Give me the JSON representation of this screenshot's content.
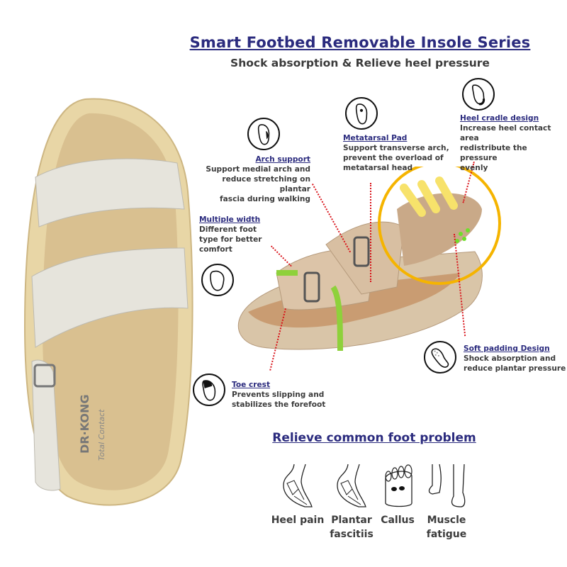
{
  "header": {
    "title": "Smart Footbed Removable Insole Series",
    "subtitle": "Shock absorption & Relieve heel pressure"
  },
  "brand": {
    "logo_text": "DR·KONG",
    "logo_sub": "Total Contact"
  },
  "features": [
    {
      "title": "Arch support",
      "desc": "Support medial arch and\nreduce stretching on plantar\nfascia during walking",
      "icon": "arch-foot-icon"
    },
    {
      "title": "Metatarsal Pad",
      "desc": "Support transverse arch,\nprevent the overload of\nmetatarsal head",
      "icon": "metatarsal-foot-icon"
    },
    {
      "title": "Heel cradle design",
      "desc": "Increase heel contact area\nredistribute the pressure\nevenly",
      "icon": "heel-foot-icon"
    },
    {
      "title": "Multiple width",
      "desc": "Different foot\ntype for better\ncomfort",
      "icon": "wide-foot-icon"
    },
    {
      "title": "Soft padding Design",
      "desc": "Shock absorption and\nreduce plantar pressure",
      "icon": "insole-icon"
    },
    {
      "title": "Toe crest",
      "desc": "Prevents slipping and\nstabilizes the forefoot",
      "icon": "toe-foot-icon"
    }
  ],
  "problems": {
    "title": "Relieve common foot problem",
    "items": [
      {
        "label": "Heel pain",
        "icon": "heel-bones-icon"
      },
      {
        "label": "Plantar\nfascitiis",
        "icon": "plantar-bones-icon"
      },
      {
        "label": "Callus",
        "icon": "callus-foot-icon"
      },
      {
        "label": "Muscle\nfatigue",
        "icon": "legs-icon"
      }
    ]
  },
  "colors": {
    "title": "#2b2b7e",
    "text": "#3c3c3c",
    "leader": "#d9141b",
    "highlight": "#f5b400",
    "strap": "#e6e4dc",
    "sole": "#e9d7a8"
  }
}
